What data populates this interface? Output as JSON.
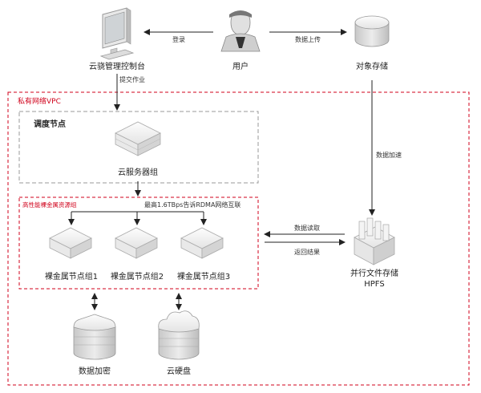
{
  "nodes": {
    "console": "云骁管理控制台",
    "user": "用户",
    "object_storage": "对象存储",
    "server_group": "云服务器组",
    "bm_group_1": "裸金属节点组1",
    "bm_group_2": "裸金属节点组2",
    "bm_group_3": "裸金属节点组3",
    "hpfs_line1": "并行文件存储",
    "hpfs_line2": "HPFS",
    "data_encrypt": "数据加密",
    "cloud_disk": "云硬盘"
  },
  "regions": {
    "vpc": "私有网络VPC",
    "scheduler": "调度节点",
    "bm_pool": "高性能裸金属资源组",
    "rdma_note": "最高1.6TBps告诉RDMA网络互联"
  },
  "edges": {
    "login": "登录",
    "upload": "数据上传",
    "submit_job": "提交作业",
    "accelerate": "数据加速",
    "read": "数据读取",
    "return": "返回结果"
  },
  "colors": {
    "accent_red": "#d0021b",
    "gray_dash": "#999999",
    "arrow": "#222222"
  }
}
